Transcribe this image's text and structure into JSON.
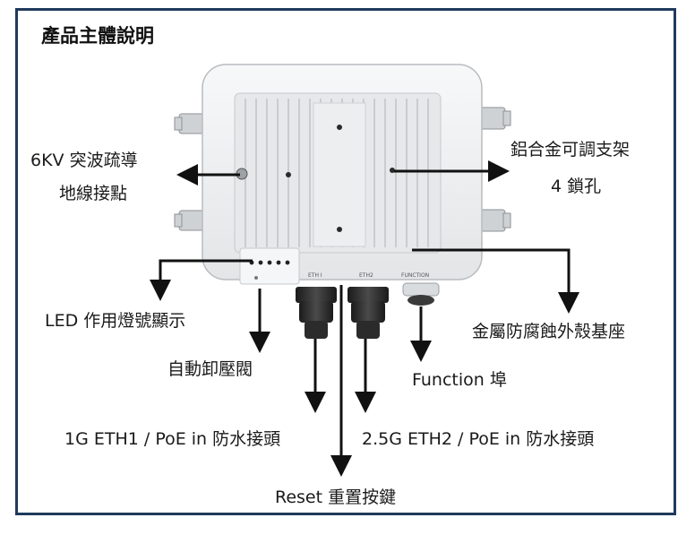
{
  "title": "產品主體說明",
  "labels": {
    "grounding_line1": "6KV 突波疏導",
    "grounding_line2": "地線接點",
    "bracket_line1": "鋁合金可調支架",
    "bracket_line2": "4 鎖孔",
    "led": "LED  作用燈號顯示",
    "valve": "自動卸壓閥",
    "base": "金屬防腐蝕外殼基座",
    "function_port": "Function 埠",
    "eth1": "1G ETH1 / PoE in 防水接頭",
    "eth2": "2.5G ETH2 / PoE in 防水接頭",
    "reset": "Reset 重置按鍵"
  },
  "device_markings": {
    "eth1": "ETH I",
    "eth2": "ETH2",
    "function": "FUNCTION"
  },
  "colors": {
    "frame": "#1f3a5b",
    "arrow": "#111111",
    "device_body": "#f1f2f3"
  }
}
